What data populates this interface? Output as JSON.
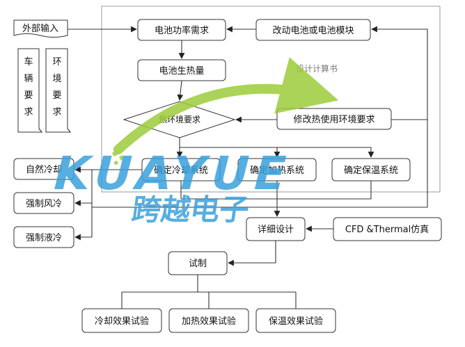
{
  "nodes": {
    "external_input": "外部输入",
    "vehicle_req": [
      "车",
      "辆",
      "要",
      "求"
    ],
    "env_req": [
      "环",
      "境",
      "要",
      "求"
    ],
    "battery_power": "电池功率需求",
    "change_battery": "改动电池或电池模块",
    "battery_heat": "电池生热量",
    "design_book": "设计计算书",
    "thermal_req": "热环境要求",
    "modify_env": "修改热使用环境要求",
    "natural_cooling": "自然冷却",
    "forced_air": "强制风冷",
    "forced_liquid": "强制液冷",
    "cooling_system": "确定冷却系统",
    "heating_system": "确定加热系统",
    "insulation_system": "确定保温系统",
    "detail_design": "详细设计",
    "cfd": "CFD &Thermal仿真",
    "trial": "试制",
    "cooling_test": "冷却效果试验",
    "heating_test": "加热效果试验",
    "insulation_test": "保温效果试验"
  },
  "watermark": {
    "brand_latin": "KUAYUE",
    "brand_cn": "跨越电子",
    "colors": {
      "blue": "#3aa0dc",
      "green": "#9ccc3c"
    }
  }
}
